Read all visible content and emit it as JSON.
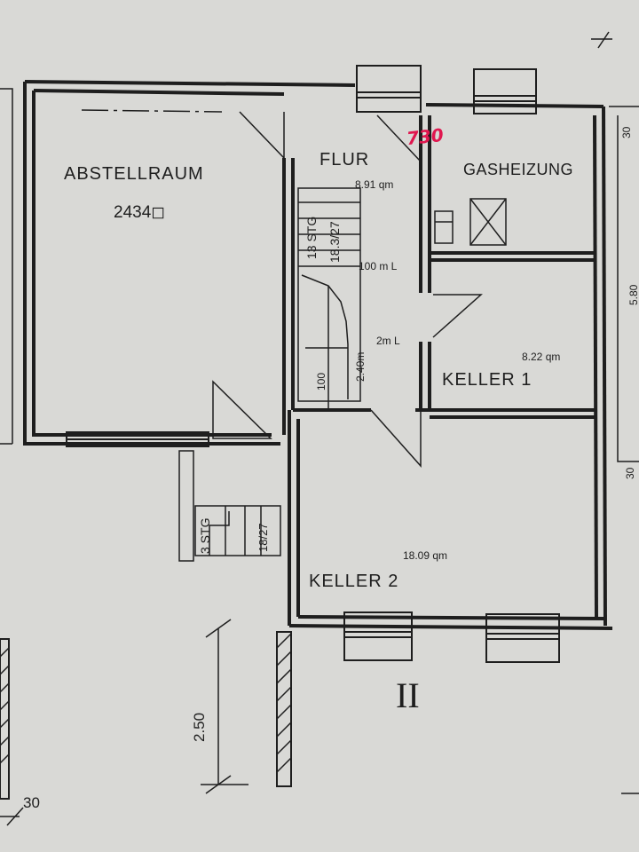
{
  "colors": {
    "paper": "#d9d9d6",
    "ink": "#1e1e1e",
    "annotation": "#e0174f"
  },
  "rooms": {
    "abstellraum": {
      "name": "ABSTELLRAUM",
      "area": "2434◻"
    },
    "flur": {
      "name": "FLUR",
      "area": "8.91 qm"
    },
    "gasheizung": {
      "name": "GASHEIZUNG"
    },
    "keller1": {
      "name": "KELLER 1",
      "area": "8.22 qm"
    },
    "keller2": {
      "name": "KELLER 2",
      "area": "18.09 qm"
    }
  },
  "stairs": {
    "main_steps": "13 STG",
    "main_ratio": "18.3/27",
    "side_steps": "3 STG",
    "side_ratio": "18/27"
  },
  "dimensions": {
    "headroom_1": "100 m L",
    "headroom_2": "2m L",
    "height_240": "2.40m",
    "height_100": "100",
    "height_250": "2.50",
    "edge_30_bottom": "30",
    "edge_30_top": "30",
    "edge_30_mid": "30",
    "edge_right": "5.80"
  },
  "annotations": {
    "handwritten": "730"
  },
  "section_label": "II"
}
